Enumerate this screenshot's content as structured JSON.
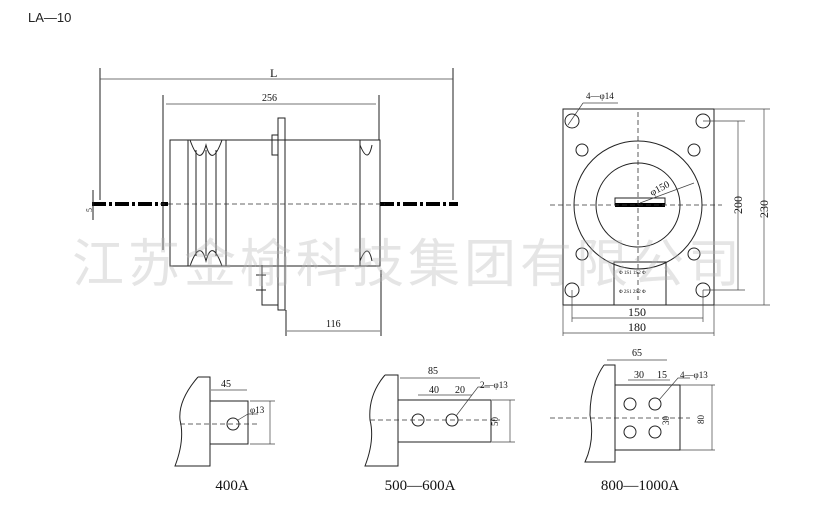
{
  "title": "LA—10",
  "watermark": "江苏金榆科技集团有限公司",
  "side_view": {
    "dim_L": "L",
    "dim_256": "256",
    "dim_116": "116",
    "dim_5": "5"
  },
  "front_view": {
    "holes": "4—φ14",
    "bore": "φ150",
    "dim_200": "200",
    "dim_230": "230",
    "dim_150": "150",
    "dim_180": "180",
    "terminal_1": "Φ 1S1 1S2 Φ",
    "terminal_2": "Φ 2S1 2S2 Φ"
  },
  "details": [
    {
      "label": "400A",
      "dims": [
        "45",
        "φ13"
      ]
    },
    {
      "label": "500—600A",
      "dims": [
        "85",
        "40",
        "20",
        "2—φ13",
        "50"
      ]
    },
    {
      "label": "800—1000A",
      "dims": [
        "65",
        "30",
        "15",
        "4—φ13",
        "30",
        "80"
      ]
    }
  ]
}
